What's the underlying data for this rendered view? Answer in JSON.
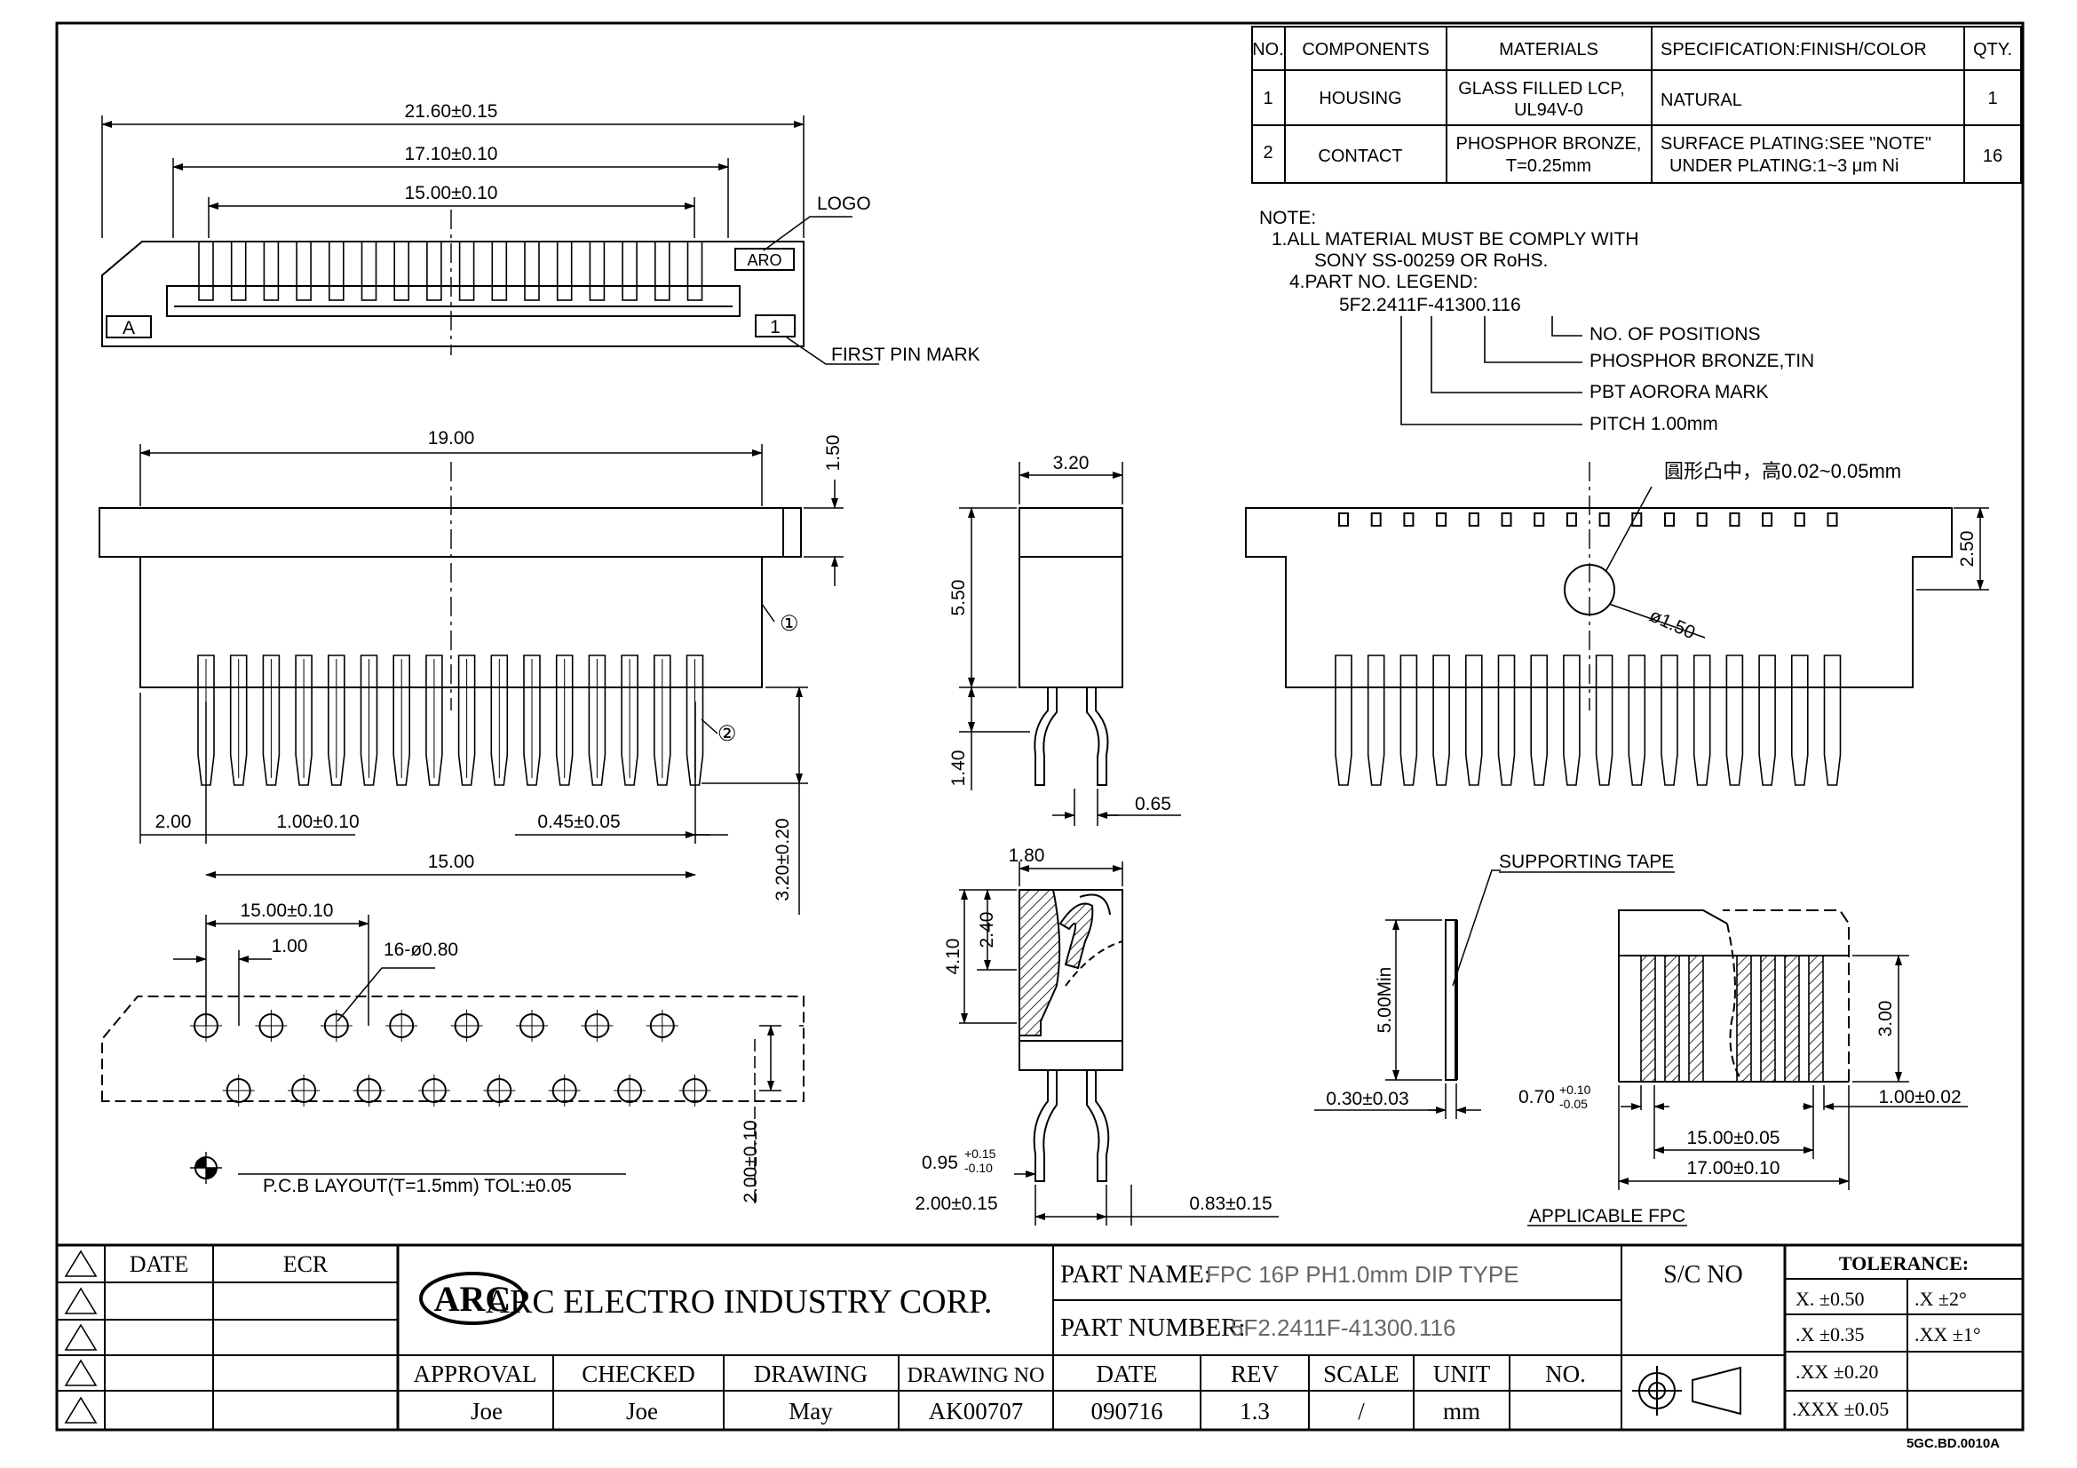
{
  "bom": {
    "headers": [
      "NO.",
      "COMPONENTS",
      "MATERIALS",
      "SPECIFICATION:FINISH/COLOR",
      "QTY."
    ],
    "rows": [
      {
        "no": "1",
        "component": "HOUSING",
        "material_1": "GLASS FILLED LCP,",
        "material_2": "UL94V-0",
        "spec_1": "NATURAL",
        "spec_2": "",
        "qty": "1"
      },
      {
        "no": "2",
        "component": "CONTACT",
        "material_1": "PHOSPHOR BRONZE,",
        "material_2": "T=0.25mm",
        "spec_1": "SURFACE PLATING:SEE \"NOTE\"",
        "spec_2": "UNDER PLATING:1~3 μm Ni",
        "qty": "16"
      }
    ]
  },
  "notes": {
    "heading": "NOTE:",
    "line_1": "1.ALL MATERIAL MUST BE COMPLY WITH",
    "line_2": "SONY SS-00259 OR RoHS.",
    "line_3": "4.PART NO. LEGEND:",
    "part_code": "5F2.2411F-41300.116",
    "legend": [
      "NO. OF POSITIONS",
      "PHOSPHOR BRONZE,TIN",
      "PBT AORORA MARK",
      "PITCH 1.00mm"
    ]
  },
  "top_view": {
    "dim_overall": "21.60±0.15",
    "dim_mid": "17.10±0.10",
    "dim_inner": "15.00±0.10",
    "logo_label": "LOGO",
    "logo_text": "ARO",
    "mark_a": "A",
    "mark_1": "1",
    "first_pin_label": "FIRST PIN MARK"
  },
  "front_view": {
    "dim_width": "19.00",
    "dim_flange": "1.50",
    "dim_edge": "2.00",
    "dim_pitch": "1.00±0.10",
    "dim_pin": "0.45±0.05",
    "dim_span": "15.00",
    "dim_height": "3.20±0.20",
    "callout_1": "①",
    "callout_2": "②"
  },
  "side_view": {
    "dim_width": "3.20",
    "dim_height": "5.50",
    "dim_leg": "1.40",
    "dim_pin": "0.65"
  },
  "rear_view": {
    "boss_note": "圓形凸中，高0.02~0.05mm",
    "dim_height": "2.50",
    "dim_boss": "ø1.50"
  },
  "pcb_layout": {
    "dim_span": "15.00±0.10",
    "dim_pitch": "1.00",
    "hole_label": "16-ø0.80",
    "title": "P.C.B LAYOUT(T=1.5mm) TOL:±0.05",
    "dim_row": "2.00±0.10"
  },
  "section_view": {
    "dim_top": "1.80",
    "dim_a": "2.40",
    "dim_b": "4.10",
    "dim_pin": "0.95",
    "dim_pin_tol_plus": "+0.15",
    "dim_pin_tol_minus": "-0.10",
    "dim_row": "2.00±0.15",
    "dim_offset": "0.83±0.15"
  },
  "fpc": {
    "tape_label": "SUPPORTING TAPE",
    "dim_min": "5.00Min",
    "dim_thick": "0.30±0.03",
    "dim_lead": "0.70",
    "dim_lead_tol_plus": "+0.10",
    "dim_lead_tol_minus": "-0.05",
    "dim_span": "15.00±0.05",
    "dim_total": "17.00±0.10",
    "dim_pitch": "1.00±0.02",
    "dim_height": "3.00",
    "title": "APPLICABLE FPC"
  },
  "title_block": {
    "rev_headers": [
      "DATE",
      "ECR"
    ],
    "company_logo": "ARC",
    "company": "ARC ELECTRO INDUSTRY CORP.",
    "part_name_label": "PART NAME:",
    "part_name": "FPC 16P PH1.0mm DIP TYPE",
    "part_number_label": "PART NUMBER:",
    "part_number": "5F2.2411F-41300.116",
    "sc_no_label": "S/C NO",
    "labels": [
      "APPROVAL",
      "CHECKED",
      "DRAWING",
      "DRAWING NO",
      "DATE",
      "REV",
      "SCALE",
      "UNIT",
      "NO."
    ],
    "values": [
      "Joe",
      "Joe",
      "May",
      "AK00707",
      "090716",
      "1.3",
      "/",
      "mm",
      ""
    ],
    "tolerance_title": "TOLERANCE:",
    "tolerances": [
      {
        "left": "X. ±0.50",
        "right": ".X ±2°"
      },
      {
        "left": ".X ±0.35",
        "right": ".XX ±1°"
      },
      {
        "left": ".XX ±0.20",
        "right": ""
      },
      {
        "left": ".XXX ±0.05",
        "right": ""
      }
    ],
    "form_code": "5GC.BD.0010A"
  }
}
